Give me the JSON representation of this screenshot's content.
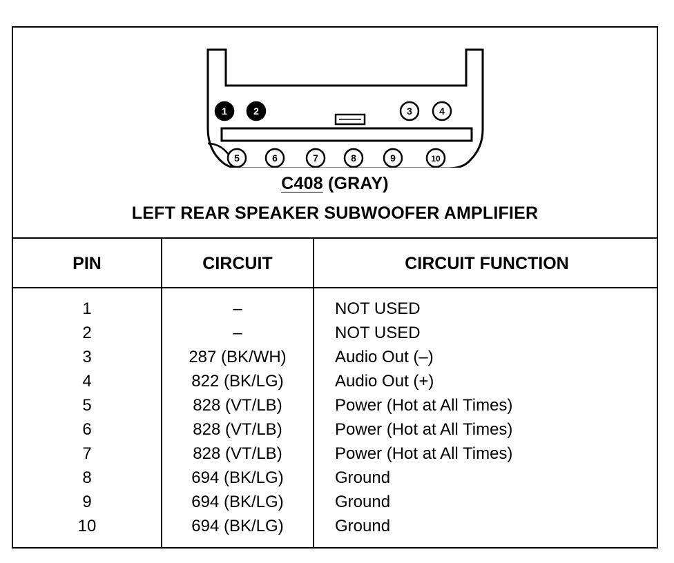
{
  "connector": {
    "pins_top": [
      "1",
      "2",
      "3",
      "4"
    ],
    "pins_bottom": [
      "5",
      "6",
      "7",
      "8",
      "9",
      "10"
    ],
    "filled_pins": [
      "1",
      "2"
    ]
  },
  "title": {
    "code": "C408",
    "color": "(GRAY)",
    "description": "LEFT REAR SPEAKER SUBWOOFER AMPLIFIER"
  },
  "table": {
    "headers": {
      "pin": "PIN",
      "circuit": "CIRCUIT",
      "function": "CIRCUIT FUNCTION"
    },
    "rows": [
      {
        "pin": "1",
        "circuit": "–",
        "function": "NOT USED"
      },
      {
        "pin": "2",
        "circuit": "–",
        "function": "NOT USED"
      },
      {
        "pin": "3",
        "circuit": "287 (BK/WH)",
        "function": "Audio Out (–)"
      },
      {
        "pin": "4",
        "circuit": "822 (BK/LG)",
        "function": "Audio Out (+)"
      },
      {
        "pin": "5",
        "circuit": "828 (VT/LB)",
        "function": "Power (Hot at All Times)"
      },
      {
        "pin": "6",
        "circuit": "828 (VT/LB)",
        "function": "Power (Hot at All Times)"
      },
      {
        "pin": "7",
        "circuit": "828 (VT/LB)",
        "function": "Power (Hot at All Times)"
      },
      {
        "pin": "8",
        "circuit": "694 (BK/LG)",
        "function": "Ground"
      },
      {
        "pin": "9",
        "circuit": "694 (BK/LG)",
        "function": "Ground"
      },
      {
        "pin": "10",
        "circuit": "694 (BK/LG)",
        "function": "Ground"
      }
    ]
  }
}
